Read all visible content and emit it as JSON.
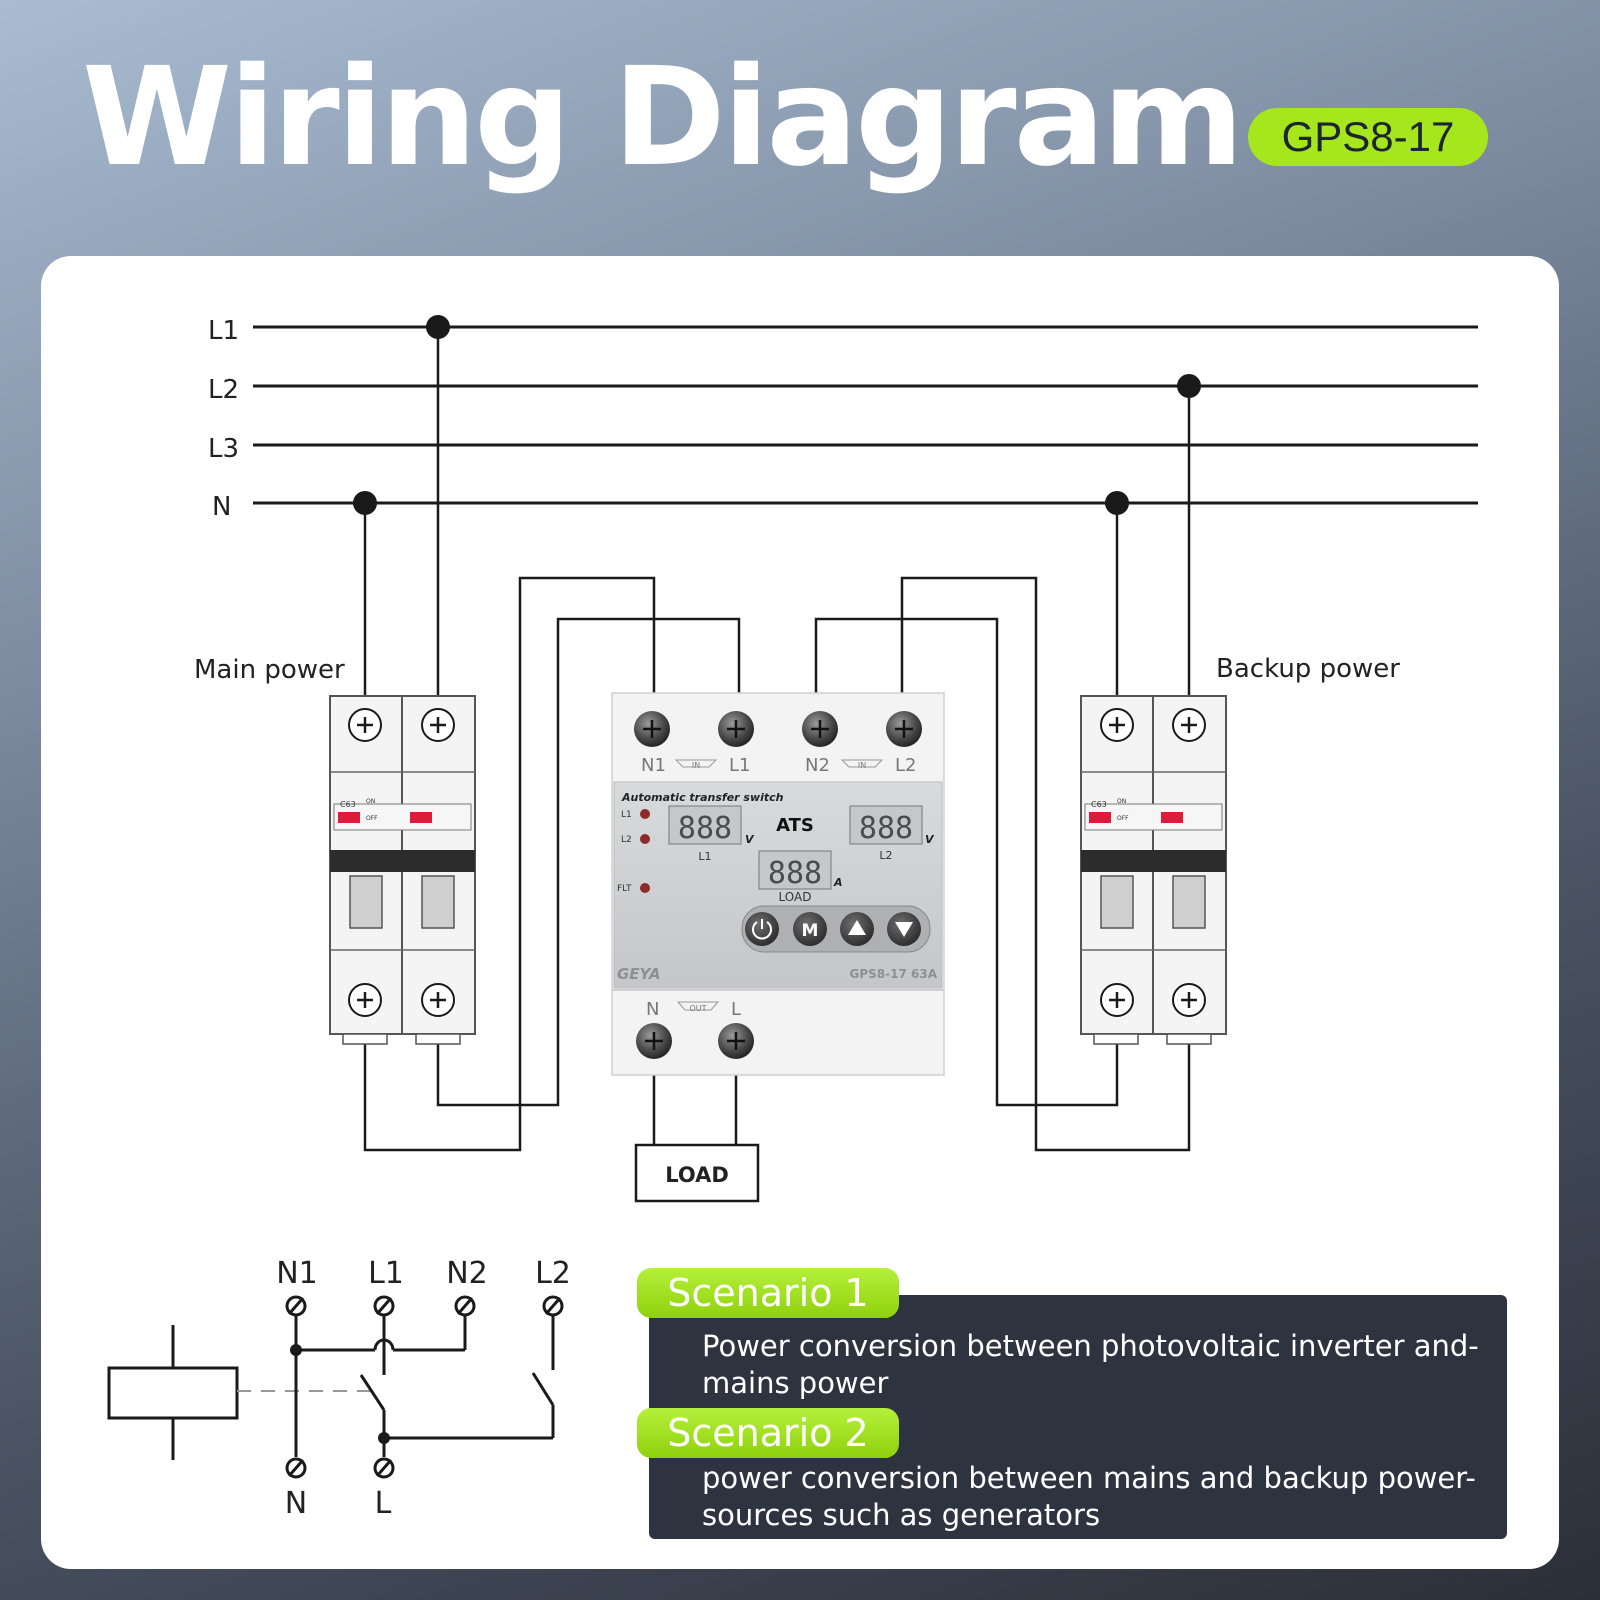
{
  "header": {
    "title": "Wiring Diagram",
    "model": "GPS8-17"
  },
  "bus_lines": [
    "L1",
    "L2",
    "L3",
    "N"
  ],
  "labels": {
    "main_power": "Main power",
    "backup_power": "Backup power",
    "load": "LOAD"
  },
  "ats": {
    "title": "Automatic transfer switch",
    "center_label": "ATS",
    "in_terminals": [
      "N1",
      "L1",
      "N2",
      "L2"
    ],
    "in_tag": "IN",
    "out_terminals": [
      "N",
      "L"
    ],
    "out_tag": "OUT",
    "leds": [
      "L1",
      "L2",
      "FLT"
    ],
    "display_digits": "888",
    "display_units": {
      "voltage": "V",
      "current": "A"
    },
    "display_labels": {
      "left": "L1",
      "right": "L2",
      "load": "LOAD"
    },
    "buttons": [
      "power",
      "M",
      "up",
      "down"
    ],
    "button_m": "M",
    "brand": "GEYA",
    "model_rating": "GPS8-17 63A"
  },
  "breaker": {
    "rating": "C63",
    "on": "ON",
    "off": "OFF"
  },
  "schematic": {
    "top_terminals": [
      "N1",
      "L1",
      "N2",
      "L2"
    ],
    "bottom_terminals": [
      "N",
      "L"
    ]
  },
  "scenarios": [
    {
      "tag": "Scenario 1",
      "line1": "Power conversion between photovoltaic inverter and-",
      "line2": "mains power"
    },
    {
      "tag": "Scenario 2",
      "line1": "power conversion between mains and backup power-",
      "line2": "sources such as generators"
    }
  ],
  "colors": {
    "badge": "#a6e61c",
    "card": "#ffffff",
    "scenario_box": "#2e3340",
    "breaker_handle": "#e01a3a"
  }
}
